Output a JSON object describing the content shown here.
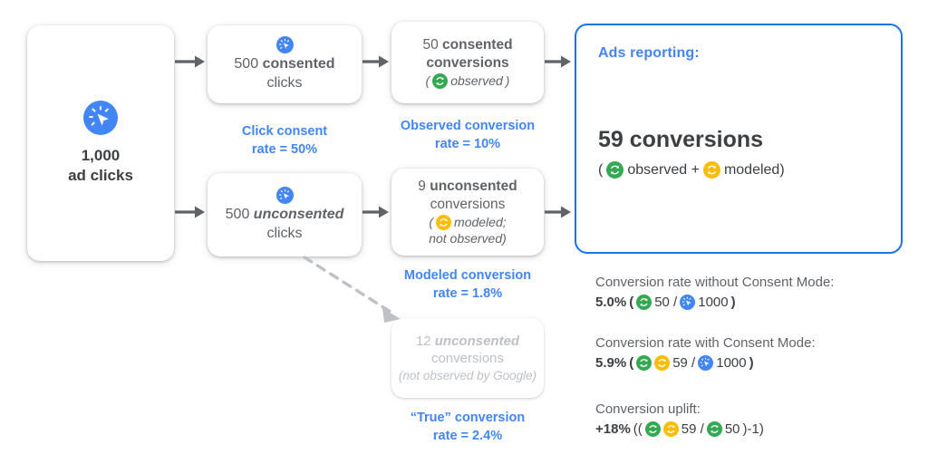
{
  "colors": {
    "blue_accent": "#4285f4",
    "panel_border": "#1a73e8",
    "click_icon": "#4285f4",
    "observed_icon": "#34a853",
    "modeled_icon": "#fbbc04",
    "text_dark": "#3c4043",
    "text_muted": "#5f6368",
    "text_faded": "#bdc1c6",
    "arrow": "#5f6368",
    "dashed_arrow": "#bdc1c6"
  },
  "flow": {
    "total_clicks": {
      "icon": "ad-click-icon",
      "number": "1,000",
      "label": "ad clicks"
    },
    "consented_clicks": {
      "icon": "ad-click-icon",
      "number": "500",
      "emphasis": "consented",
      "label": "clicks"
    },
    "unconsented_clicks": {
      "icon": "ad-click-icon",
      "number": "500",
      "emphasis": "unconsented",
      "label": "clicks"
    },
    "consented_conversions": {
      "number": "50",
      "emphasis": "consented",
      "label": "conversions",
      "note_open": "(",
      "note_icon": "conversion-observed-icon",
      "note_text": "observed",
      "note_close": ")"
    },
    "unconsented_conversions": {
      "number": "9",
      "emphasis": "unconsented",
      "label": "conversions",
      "note_open": "(",
      "note_icon": "conversion-modeled-icon",
      "note_text": "modeled;",
      "note_text2": "not observed)"
    },
    "true_conversions": {
      "number": "12",
      "emphasis": "unconsented",
      "label": "conversions",
      "note": "(not observed by Google)"
    }
  },
  "rates": {
    "click_consent": {
      "line1": "Click consent",
      "line2": "rate = 50%"
    },
    "observed": {
      "line1": "Observed conversion",
      "line2": "rate = 10%"
    },
    "modeled": {
      "line1": "Modeled conversion",
      "line2": "rate = 1.8%"
    },
    "true": {
      "line1": "“True” conversion",
      "line2": "rate = 2.4%"
    }
  },
  "ads_panel": {
    "title": "Ads reporting:",
    "headline": "59 conversions",
    "sub_open": "(",
    "sub_observed_icon": "conversion-observed-icon",
    "sub_observed": "observed +",
    "sub_modeled_icon": "conversion-modeled-icon",
    "sub_modeled": "modeled)"
  },
  "stats": [
    {
      "key": "without",
      "label": "Conversion rate without Consent Mode:",
      "percent": "5.0%",
      "paren_open": "(",
      "icons": [
        "conversion-observed-icon"
      ],
      "numerator": "50 /",
      "denom_icon": "ad-click-icon",
      "denominator": "1000",
      "paren_close": ")"
    },
    {
      "key": "with",
      "label": "Conversion rate with Consent Mode:",
      "percent": "5.9%",
      "paren_open": "(",
      "icons": [
        "conversion-observed-icon",
        "conversion-modeled-icon"
      ],
      "numerator": "59 /",
      "denom_icon": "ad-click-icon",
      "denominator": "1000",
      "paren_close": ")"
    },
    {
      "key": "uplift",
      "label": "Conversion uplift:",
      "percent": "+18%",
      "paren_open": "((",
      "icons": [
        "conversion-observed-icon",
        "conversion-modeled-icon"
      ],
      "numerator": "59 /",
      "denom_icon": "conversion-observed-icon",
      "denominator": "50",
      "paren_close": ")-1)"
    }
  ]
}
